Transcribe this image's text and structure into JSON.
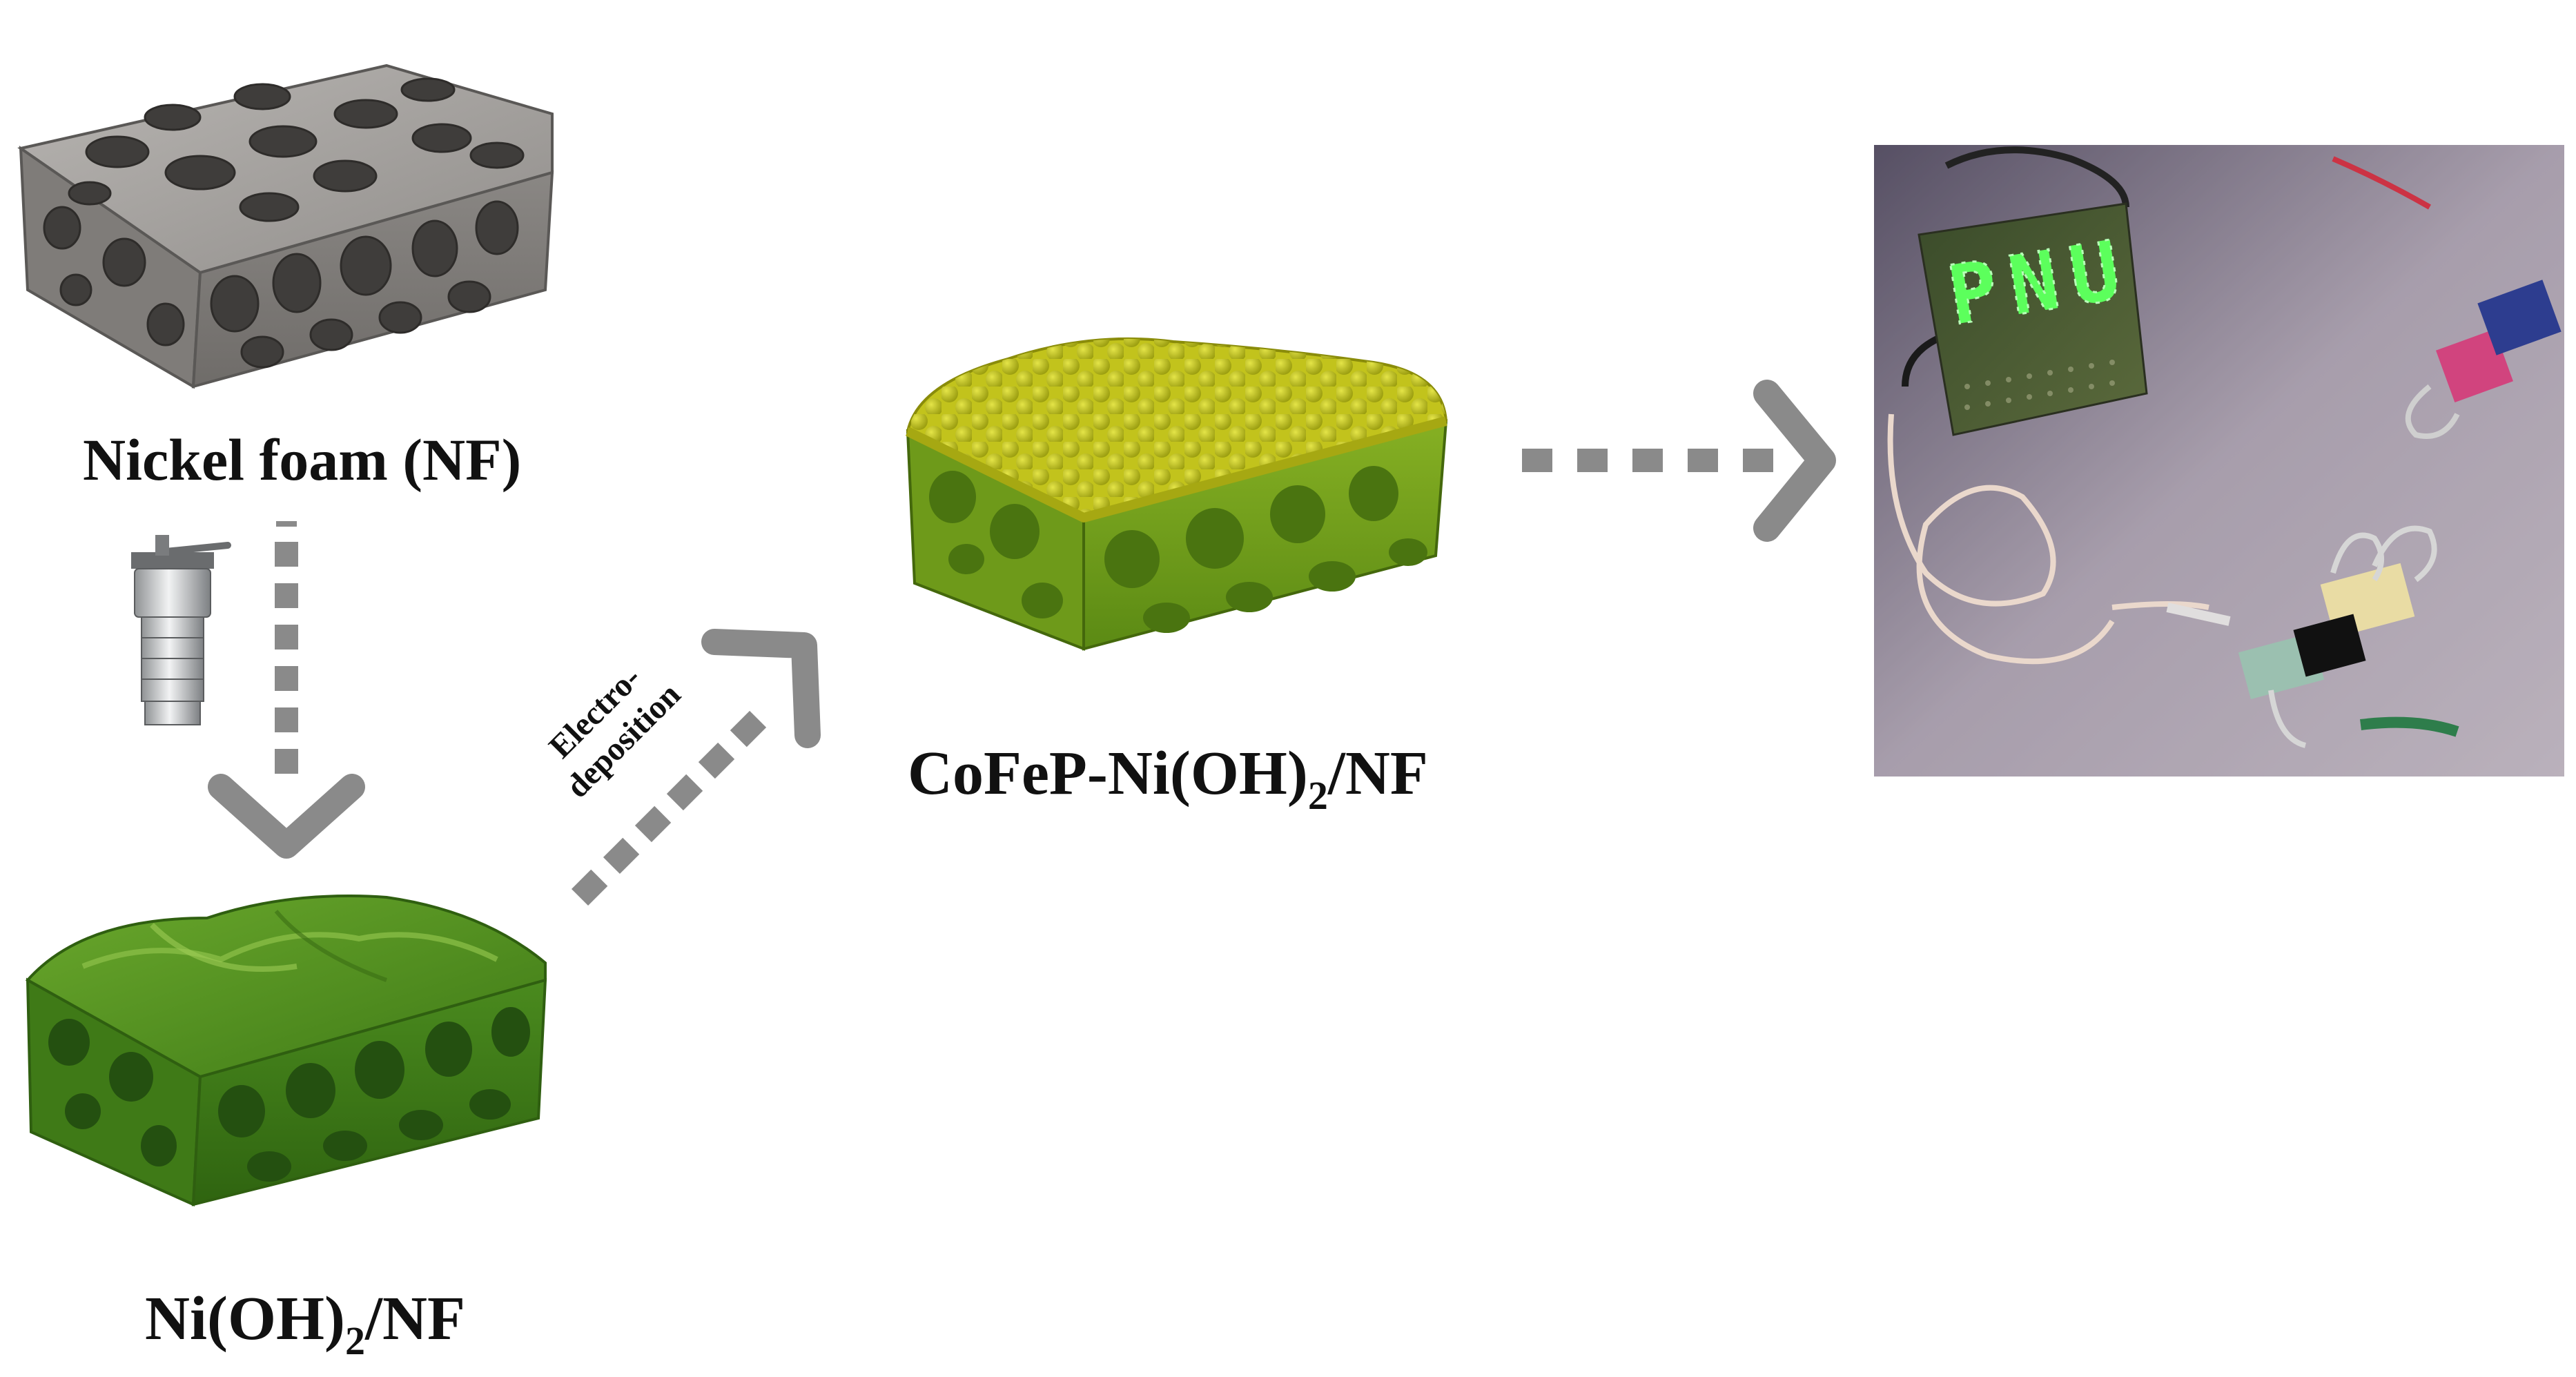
{
  "labels": {
    "nickel_foam": "Nickel foam (NF)",
    "nioh_main": "Ni(OH)",
    "nioh_sub": "2",
    "nioh_tail": "/NF",
    "cofep_main": "CoFeP-Ni(OH)",
    "cofep_sub": "2",
    "cofep_tail": "/NF",
    "electro_line1": "Electro-",
    "electro_line2": "deposition"
  },
  "photo": {
    "led_text": "PNU"
  },
  "colors": {
    "nickel_foam": "#8e8b88",
    "nioh_green": "#4a8a1e",
    "cofep_green": "#7da81e",
    "cofep_particles": "#b5b81a",
    "arrow_gray": "#8a8a8a",
    "led_green": "#3cff3c"
  },
  "icons": {
    "autoclave": "autoclave-icon"
  }
}
